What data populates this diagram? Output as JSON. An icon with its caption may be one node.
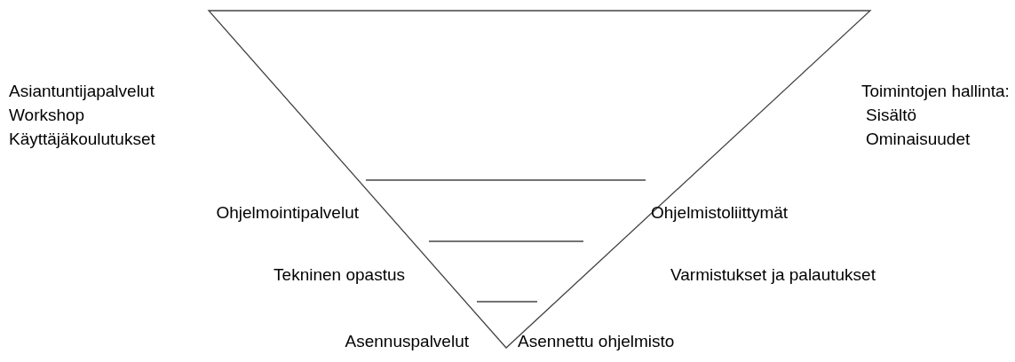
{
  "diagram": {
    "labels": [
      "Asiantuntijapalvelut",
      "Toimintojen hallinta:",
      "Workshop",
      "Sisältö",
      "Käyttäjäkoulutukset",
      "Ominaisuudet",
      "Ohjelmointipalvelut",
      "Ohjelmistoliittymät",
      "Tekninen opastus",
      "Varmistukset ja palautukset",
      "Asennuspalvelut",
      "Asennettu ohjelmisto"
    ]
  }
}
